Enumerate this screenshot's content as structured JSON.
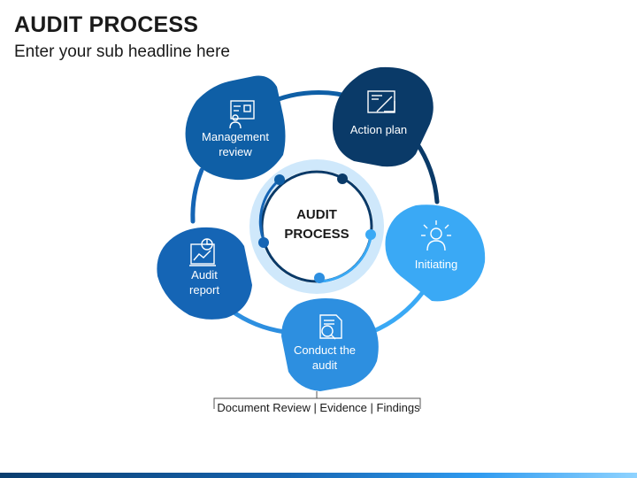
{
  "title": "AUDIT PROCESS",
  "subtitle": "Enter your sub headline here",
  "center": {
    "line1": "AUDIT",
    "line2": "PROCESS"
  },
  "nodes": {
    "management_review": {
      "line1": "Management",
      "line2": "review",
      "icon": "presentation-board-icon",
      "color": "#0f5fa6"
    },
    "action_plan": {
      "line1": "Action plan",
      "icon": "blueprint-drafting-icon",
      "color": "#0a3a68"
    },
    "initiating": {
      "line1": "Initiating",
      "icon": "idea-person-icon",
      "color": "#3aa9f5"
    },
    "conduct_audit": {
      "line1": "Conduct the",
      "line2": "audit",
      "icon": "document-magnifier-icon",
      "color": "#2d8fe0"
    },
    "audit_report": {
      "line1": "Audit",
      "line2": "report",
      "icon": "report-chart-icon",
      "color": "#1565b5"
    }
  },
  "footer_note": "Document Review | Evidence | Findings",
  "colors": {
    "dark": "#0a3a68",
    "mid": "#1565b5",
    "light": "#3aa9f5",
    "center_ring": "#cfe8fb"
  }
}
